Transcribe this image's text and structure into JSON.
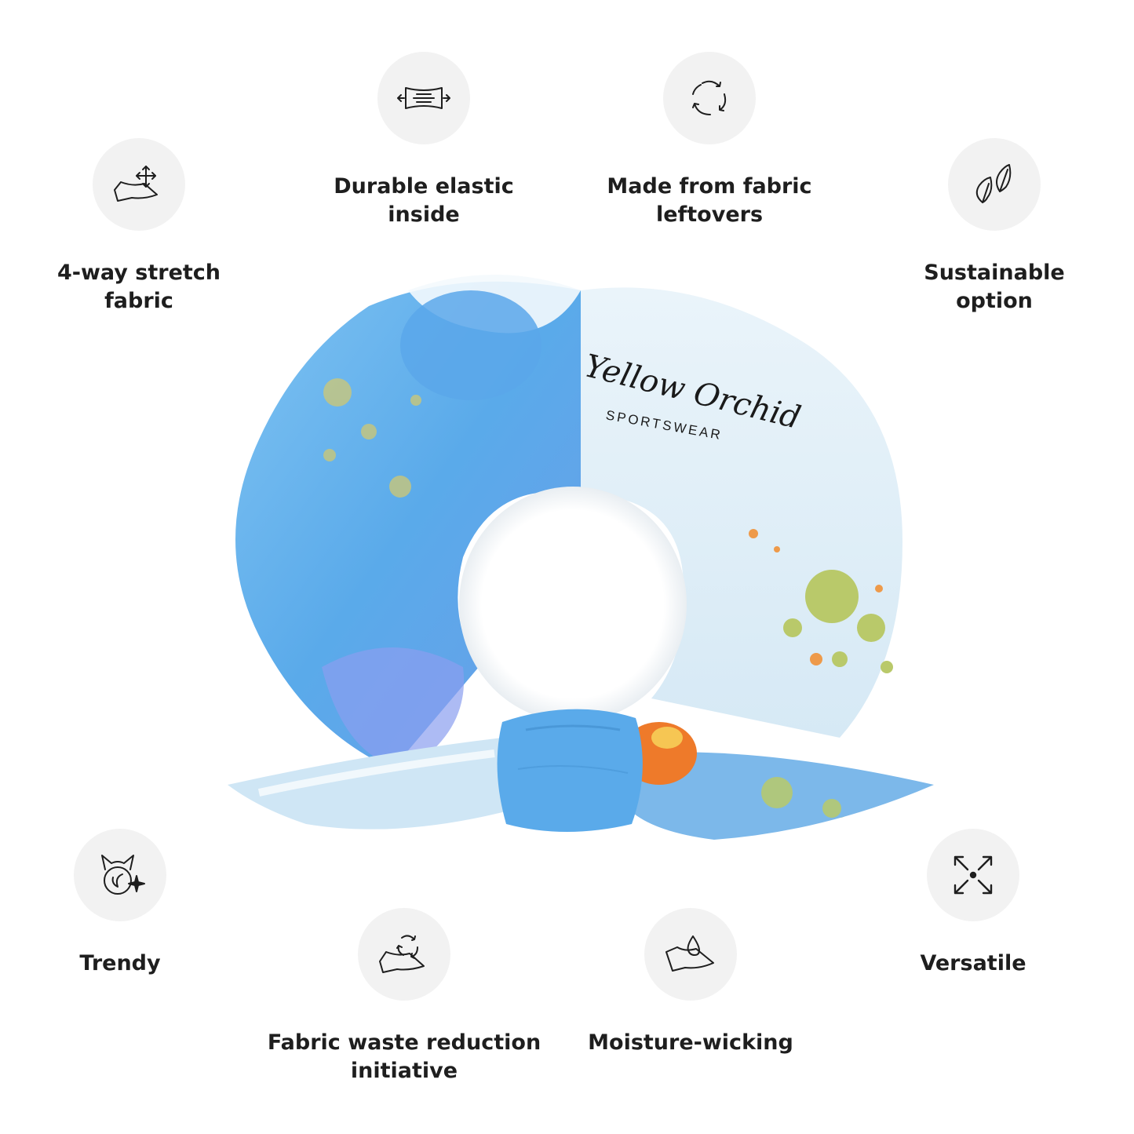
{
  "features": [
    {
      "icon": "four-way-stretch-icon",
      "line1": "4-way stretch",
      "line2": "fabric"
    },
    {
      "icon": "elastic-icon",
      "line1": "Durable elastic",
      "line2": "inside"
    },
    {
      "icon": "recycle-icon",
      "line1": "Made from fabric",
      "line2": "leftovers"
    },
    {
      "icon": "leaves-icon",
      "line1": "Sustainable",
      "line2": "option"
    },
    {
      "icon": "trendy-icon",
      "line1": "Trendy",
      "line2": ""
    },
    {
      "icon": "fabric-recycle-icon",
      "line1": "Fabric waste reduction",
      "line2": "initiative"
    },
    {
      "icon": "water-drop-icon",
      "line1": "Moisture-wicking",
      "line2": ""
    },
    {
      "icon": "arrows-expand-icon",
      "line1": "Versatile",
      "line2": ""
    }
  ],
  "product": {
    "brand_script": "Yellow Orchid",
    "brand_sub": "SPORTSWEAR"
  },
  "colors": {
    "icon_bg": "#f2f2f2",
    "text": "#1e1e1e",
    "scrunchie_blue": "#5aaaea",
    "accent_orange": "#ee7a2a",
    "accent_green": "#b9c96a"
  }
}
